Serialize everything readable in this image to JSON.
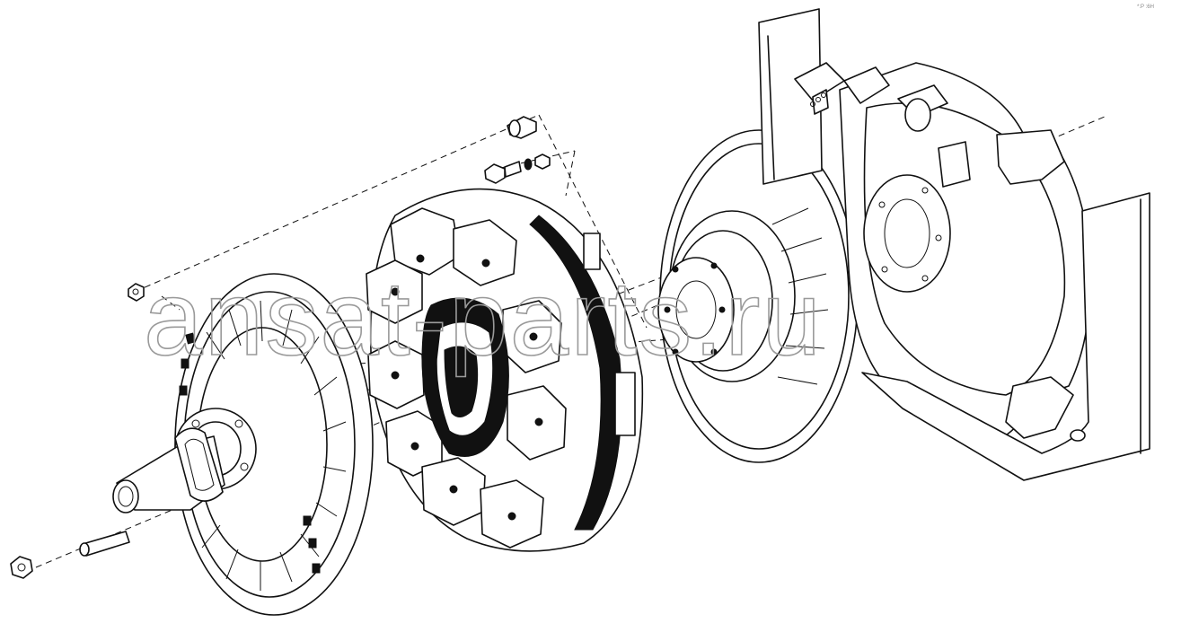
{
  "watermark": {
    "text": "ansat-parts.ru",
    "color": "#9a9a9a"
  },
  "corner_mark": "*:P :6H",
  "colors": {
    "line": "#111111",
    "background": "#ffffff"
  },
  "components": [
    "hex-bolt",
    "spacer-sleeve",
    "yoke-flange",
    "nut",
    "flexible-coupling",
    "bolt-with-washer",
    "bolt",
    "flywheel-hub",
    "flywheel-housing",
    "mounting-bracket",
    "cover-plate"
  ]
}
